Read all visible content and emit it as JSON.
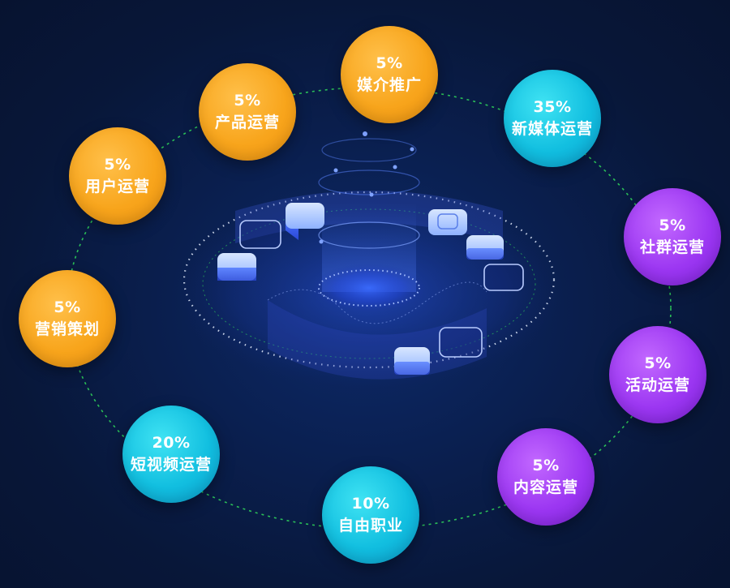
{
  "segments": [
    {
      "percent": "5%",
      "label": "媒介推广",
      "color": "orange"
    },
    {
      "percent": "35%",
      "label": "新媒体运营",
      "color": "cyan"
    },
    {
      "percent": "5%",
      "label": "社群运营",
      "color": "purple"
    },
    {
      "percent": "5%",
      "label": "活动运营",
      "color": "purple"
    },
    {
      "percent": "5%",
      "label": "内容运营",
      "color": "purple"
    },
    {
      "percent": "10%",
      "label": "自由职业",
      "color": "cyan"
    },
    {
      "percent": "20%",
      "label": "短视频运营",
      "color": "cyan"
    },
    {
      "percent": "5%",
      "label": "营销策划",
      "color": "orange"
    },
    {
      "percent": "5%",
      "label": "用户运营",
      "color": "orange"
    },
    {
      "percent": "5%",
      "label": "产品运营",
      "color": "orange"
    }
  ],
  "colors": {
    "orange": "#f8a51c",
    "cyan": "#12bfe0",
    "purple": "#9c37f2",
    "ring": "#2fd15a",
    "background": "#0a1f4f"
  }
}
